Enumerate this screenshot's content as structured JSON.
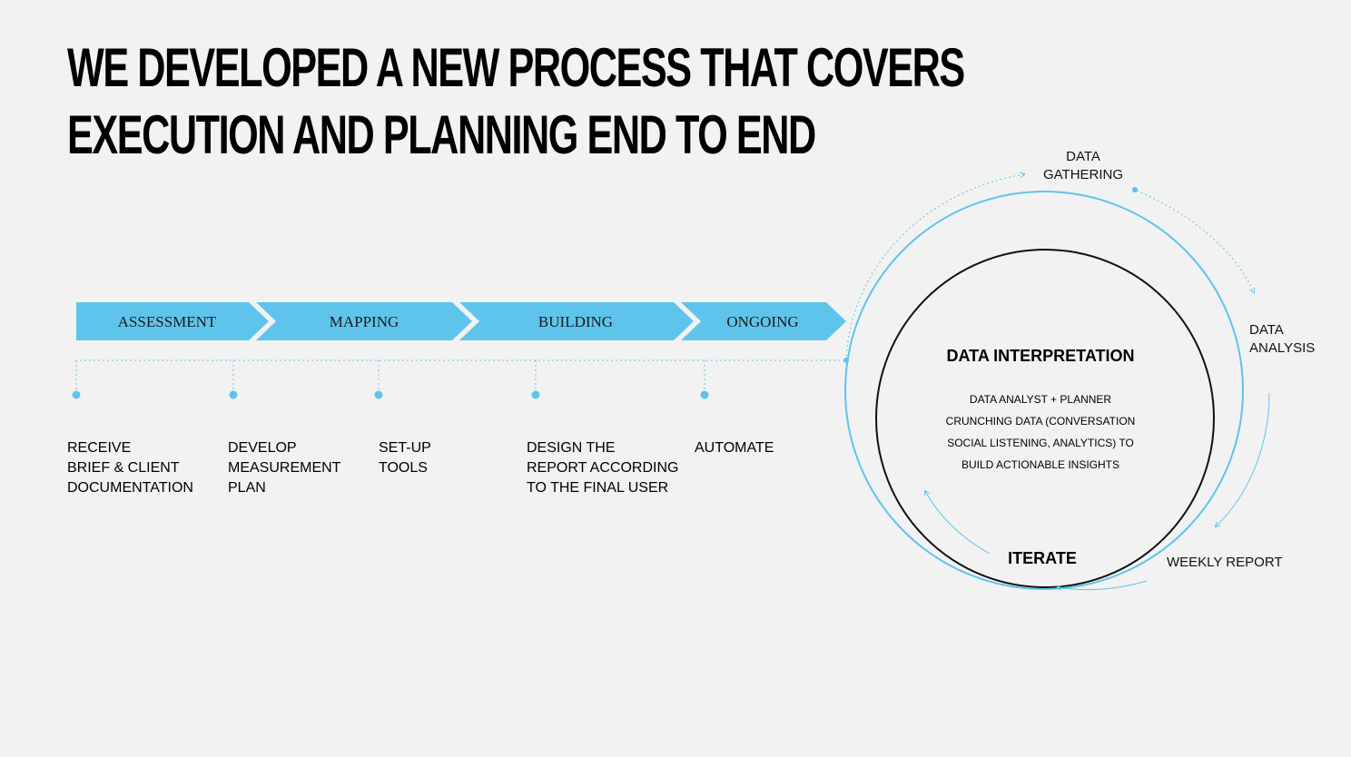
{
  "title": {
    "line1": "WE DEVELOPED A NEW  PROCESS THAT COVERS",
    "line2": "EXECUTION AND PLANNING END TO END"
  },
  "phases": [
    {
      "label": "ASSESSMENT"
    },
    {
      "label": "MAPPING"
    },
    {
      "label": "BUILDING"
    },
    {
      "label": "ONGOING"
    }
  ],
  "steps": [
    {
      "text": "RECEIVE\nBRIEF & CLIENT\nDOCUMENTATION"
    },
    {
      "text": "DEVELOP\nMEASUREMENT\nPLAN"
    },
    {
      "text": "SET-UP\nTOOLS"
    },
    {
      "text": "DESIGN THE\nREPORT ACCORDING\nTO THE FINAL USER"
    },
    {
      "text": "AUTOMATE"
    }
  ],
  "cycle": {
    "gathering": "DATA\nGATHERING",
    "analysis": "DATA\nANALYSIS",
    "weekly": "WEEKLY REPORT",
    "center_title": "DATA INTERPRETATION",
    "center_desc": "DATA ANALYST + PLANNER\nCRUNCHING DATA (CONVERSATION\nSOCIAL LISTENING, ANALYTICS) TO\nBUILD ACTIONABLE INSIGHTS",
    "iterate": "ITERATE"
  },
  "colors": {
    "accent": "#5fc4ec",
    "text": "#000000",
    "background": "#f2f2f2"
  }
}
